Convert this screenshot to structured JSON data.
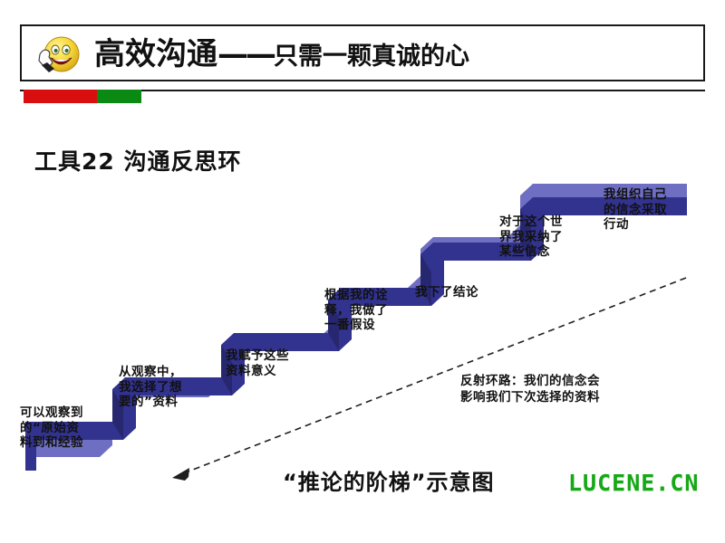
{
  "header": {
    "icon": "smiley-face-icon",
    "title_main": "高效沟通",
    "title_dash": "——",
    "title_sub": "只需一颗真诚的心",
    "accent_colors": {
      "red": "#d90f0f",
      "green": "#0a8a12"
    }
  },
  "subtitle": "工具22  沟通反思环",
  "diagram": {
    "caption": "“推论的阶梯”示意图",
    "ribbon_color": "#3b3ba0",
    "ribbon_top_color": "#6f6fc4",
    "ribbon_side_color": "#2a2a7a",
    "steps": [
      {
        "id": "step-1",
        "label": "可以观察到\n的“原始资\n料到和经验"
      },
      {
        "id": "step-2",
        "label": "从观察中，\n我选择了想\n要的”资料"
      },
      {
        "id": "step-3",
        "label": "我赋予这些\n资料意义"
      },
      {
        "id": "step-4",
        "label": "根据我的诠\n释，我做了\n一番假设"
      },
      {
        "id": "step-5",
        "label": "我下了结论"
      },
      {
        "id": "step-6",
        "label": "对于这个世\n界我采纳了\n某些信念"
      },
      {
        "id": "step-7",
        "label": "我组织自己\n的信念采取\n行动"
      }
    ],
    "loop_note": "反射环路：我们的信念会\n影响我们下次选择的资料",
    "loop_arrow": "dashed-arrow-down-left"
  },
  "watermark": "LUCENE.CN"
}
